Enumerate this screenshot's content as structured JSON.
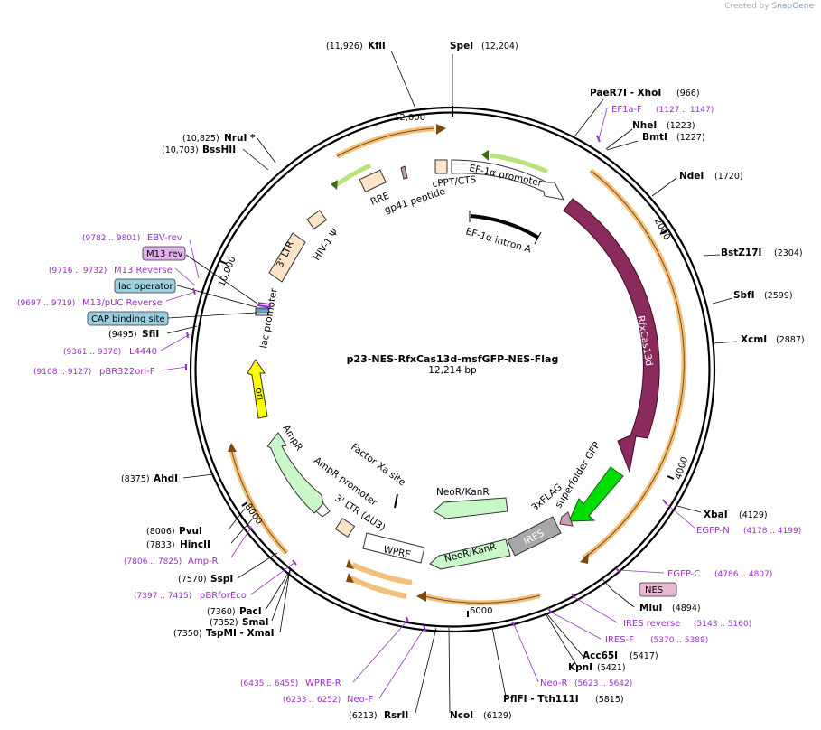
{
  "watermark": {
    "prefix": "Created by",
    "brand": "SnapGene"
  },
  "map": {
    "name": "p23-NES-RfxCas13d-msfGFP-NES-Flag",
    "length_label": "12,214 bp",
    "ticks": [
      "12,000",
      "2000",
      "4000",
      "6000",
      "8000",
      "10,000"
    ]
  },
  "sites": [
    {
      "name": "SpeI",
      "pos": "(12,204)"
    },
    {
      "name": "KflI",
      "pos": "(11,926)"
    },
    {
      "name": "PaeR7I  - XhoI",
      "pos": "(966)"
    },
    {
      "name": "NheI",
      "pos": "(1223)"
    },
    {
      "name": "BmtI",
      "pos": "(1227)"
    },
    {
      "name": "NdeI",
      "pos": "(1720)"
    },
    {
      "name": "BstZ17I",
      "pos": "(2304)"
    },
    {
      "name": "SbfI",
      "pos": "(2599)"
    },
    {
      "name": "XcmI",
      "pos": "(2887)"
    },
    {
      "name": "XbaI",
      "pos": "(4129)"
    },
    {
      "name": "MluI",
      "pos": "(4894)"
    },
    {
      "name": "Acc65I",
      "pos": "(5417)"
    },
    {
      "name": "KpnI",
      "pos": "(5421)"
    },
    {
      "name": "PflFI  - Tth111I",
      "pos": "(5815)"
    },
    {
      "name": "NcoI",
      "pos": "(6129)"
    },
    {
      "name": "RsrII",
      "pos": "(6213)"
    },
    {
      "name": "TspMI  - XmaI",
      "pos": "(7350)"
    },
    {
      "name": "SmaI",
      "pos": "(7352)"
    },
    {
      "name": "PacI",
      "pos": "(7360)"
    },
    {
      "name": "SspI",
      "pos": "(7570)"
    },
    {
      "name": "HincII",
      "pos": "(7833)"
    },
    {
      "name": "PvuI",
      "pos": "(8006)"
    },
    {
      "name": "AhdI",
      "pos": "(8375)"
    },
    {
      "name": "SfiI",
      "pos": "(9495)"
    },
    {
      "name": "BssHII",
      "pos": "(10,703)"
    },
    {
      "name": "NruI *",
      "pos": "(10,825)"
    }
  ],
  "primers": [
    {
      "name": "EF1a-F",
      "range": "(1127 .. 1147)"
    },
    {
      "name": "EGFP-N",
      "range": "(4178 .. 4199)"
    },
    {
      "name": "EGFP-C",
      "range": "(4786 .. 4807)"
    },
    {
      "name": "IRES reverse",
      "range": "(5143 .. 5160)"
    },
    {
      "name": "IRES-F",
      "range": "(5370 .. 5389)"
    },
    {
      "name": "Neo-R",
      "range": "(5623 .. 5642)"
    },
    {
      "name": "WPRE-R",
      "range": "(6435 .. 6455)"
    },
    {
      "name": "Neo-F",
      "range": "(6233 .. 6252)"
    },
    {
      "name": "Amp-R",
      "range": "(7806 .. 7825)"
    },
    {
      "name": "pBRforEco",
      "range": "(7397 .. 7415)"
    },
    {
      "name": "pBR322ori-F",
      "range": "(9108 .. 9127)"
    },
    {
      "name": "L4440",
      "range": "(9361 .. 9378)"
    },
    {
      "name": "M13/pUC Reverse",
      "range": "(9697 .. 9719)"
    },
    {
      "name": "M13 Reverse",
      "range": "(9716 .. 9732)"
    },
    {
      "name": "EBV-rev",
      "range": "(9782 .. 9801)"
    }
  ],
  "boxed_features": [
    "NES",
    "M13 rev",
    "lac operator",
    "CAP binding site"
  ],
  "features": {
    "ef1a_promoter": "EF-1α promoter",
    "ef1a_intron": "EF-1α intron A",
    "cppt": "cPPT/CTS",
    "gp41": "gp41 peptide",
    "rre": "RRE",
    "hiv_psi": "HIV-1 Ψ",
    "ltr3": "3' LTR",
    "lac_promoter": "lac promoter",
    "ori": "ori",
    "ampr": "AmpR",
    "ampr_promoter": "AmpR promoter",
    "ltr3_du3": "3' LTR (ΔU3)",
    "factor_xa": "Factor Xa site",
    "wpre": "WPRE",
    "neokanr_inner": "NeoR/KanR",
    "neokanr_outer": "NeoR/KanR",
    "ires": "IRES",
    "flag": "3xFLAG",
    "sfgfp": "superfolder GFP",
    "rfxcas13d": "RfxCas13d"
  }
}
